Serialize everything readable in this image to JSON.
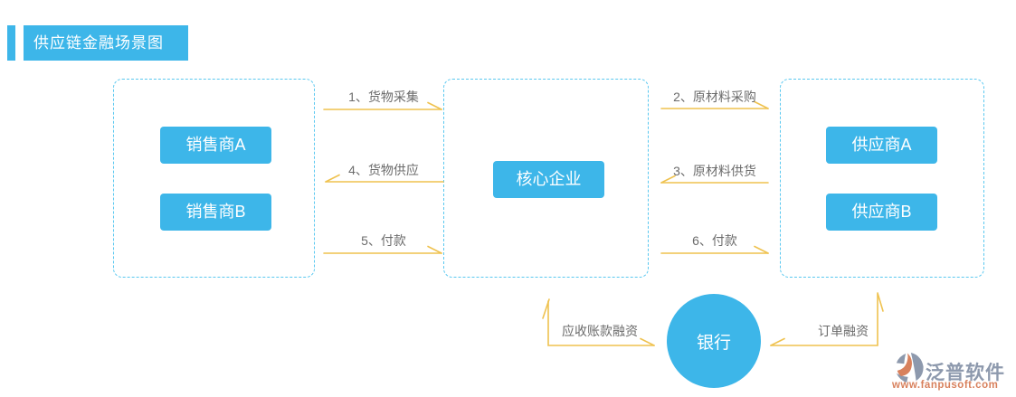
{
  "header": {
    "title": "供应链金融场景图"
  },
  "zones": {
    "sellers": {
      "nodes": [
        {
          "label": "销售商A"
        },
        {
          "label": "销售商B"
        }
      ]
    },
    "core": {
      "nodes": [
        {
          "label": "核心企业"
        }
      ]
    },
    "suppliers": {
      "nodes": [
        {
          "label": "供应商A"
        },
        {
          "label": "供应商B"
        }
      ]
    }
  },
  "flows": {
    "left_group": [
      {
        "label": "1、货物采集",
        "direction": "right"
      },
      {
        "label": "4、货物供应",
        "direction": "left"
      },
      {
        "label": "5、付款",
        "direction": "right"
      }
    ],
    "right_group": [
      {
        "label": "2、原材料采购",
        "direction": "right"
      },
      {
        "label": "3、原材料供货",
        "direction": "left"
      },
      {
        "label": "6、付款",
        "direction": "right"
      }
    ],
    "bank_left": {
      "label": "应收账款融资",
      "direction": "up-and-toward-bank"
    },
    "bank_right": {
      "label": "订单融资",
      "direction": "up-and-toward-bank"
    }
  },
  "bank": {
    "label": "银行"
  },
  "logo": {
    "brand": "泛普软件",
    "website": "www.fanpusoft.com"
  },
  "colors": {
    "primary_blue": "#3db6e9",
    "dashed_border": "#5ac8f0",
    "arrow_gold": "#efc24f",
    "label_gray": "#6b6b6b",
    "logo_text": "#8d99ad",
    "logo_url": "#d8815d"
  }
}
